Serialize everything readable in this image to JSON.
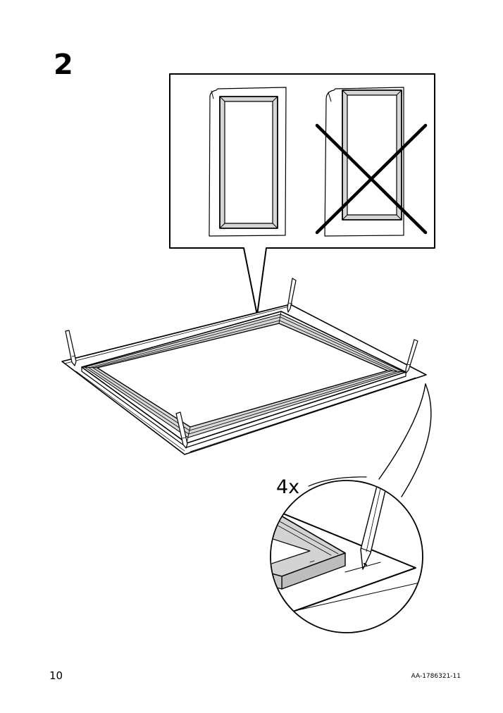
{
  "step": {
    "number": "2"
  },
  "callout": {
    "quantity": "4x"
  },
  "footer": {
    "page_number": "10",
    "document_code": "AA-1786321-11"
  },
  "illustrations": {
    "panel_left": "correct-frame-orientation",
    "panel_right": "incorrect-frame-orientation",
    "main": "frame-on-paper-traced-with-pencil",
    "detail": "pencil-marking-frame-corner"
  }
}
